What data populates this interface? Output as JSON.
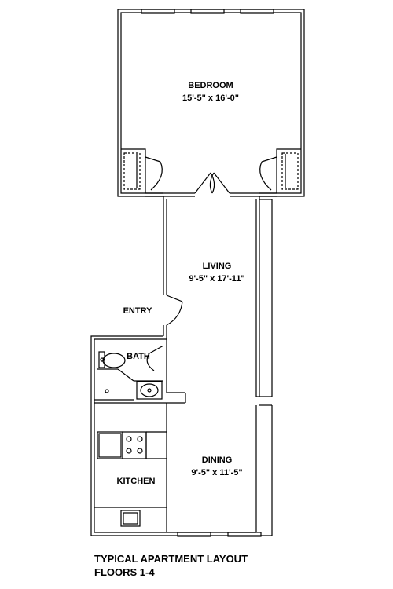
{
  "plan": {
    "rooms": {
      "bedroom": {
        "name": "BEDROOM",
        "dims": "15'-5\" x 16'-0\""
      },
      "living": {
        "name": "LIVING",
        "dims": "9'-5\" x 17'-11\""
      },
      "entry": {
        "name": "ENTRY"
      },
      "bath": {
        "name": "BATH"
      },
      "dining": {
        "name": "DINING",
        "dims": "9'-5\" x 11'-5\""
      },
      "kitchen": {
        "name": "KITCHEN"
      }
    },
    "caption": {
      "line1": "TYPICAL APARTMENT LAYOUT",
      "line2": "FLOORS 1-4"
    }
  }
}
